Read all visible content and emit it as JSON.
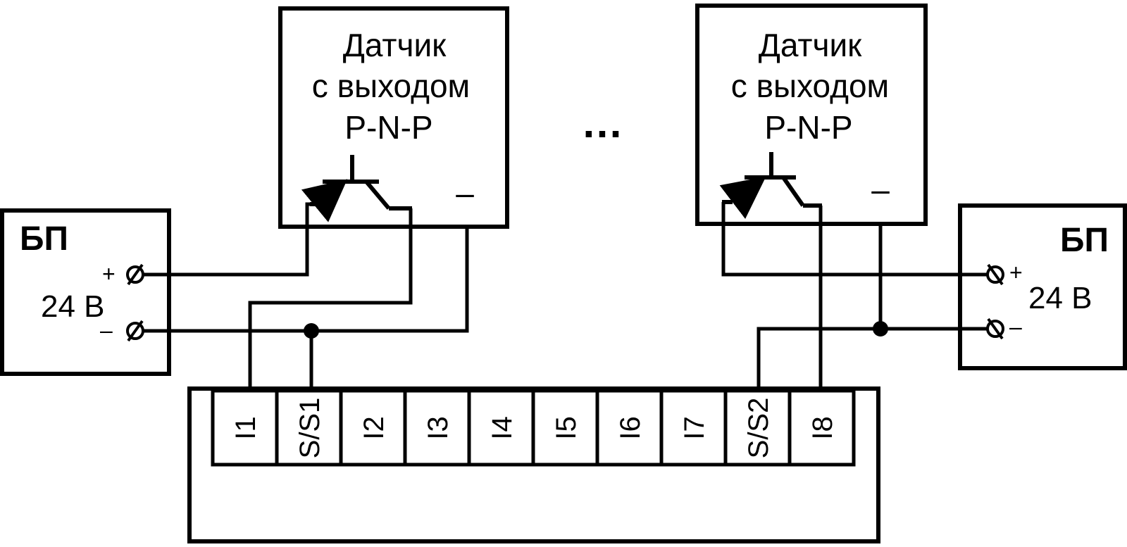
{
  "sensor_left": {
    "line1": "Датчик",
    "line2": "с выходом",
    "line3": "P-N-P",
    "minus": "–"
  },
  "sensor_right": {
    "line1": "Датчик",
    "line2": "с выходом",
    "line3": "P-N-P",
    "minus": "–"
  },
  "ellipsis": "…",
  "psu_left": {
    "title": "БП",
    "voltage": "24 В",
    "plus": "+",
    "minus": "–"
  },
  "psu_right": {
    "title": "БП",
    "voltage": "24 В",
    "plus": "+",
    "minus": "–"
  },
  "terminals": [
    "I1",
    "S/S1",
    "I2",
    "I3",
    "I4",
    "I5",
    "I6",
    "I7",
    "S/S2",
    "I8"
  ]
}
